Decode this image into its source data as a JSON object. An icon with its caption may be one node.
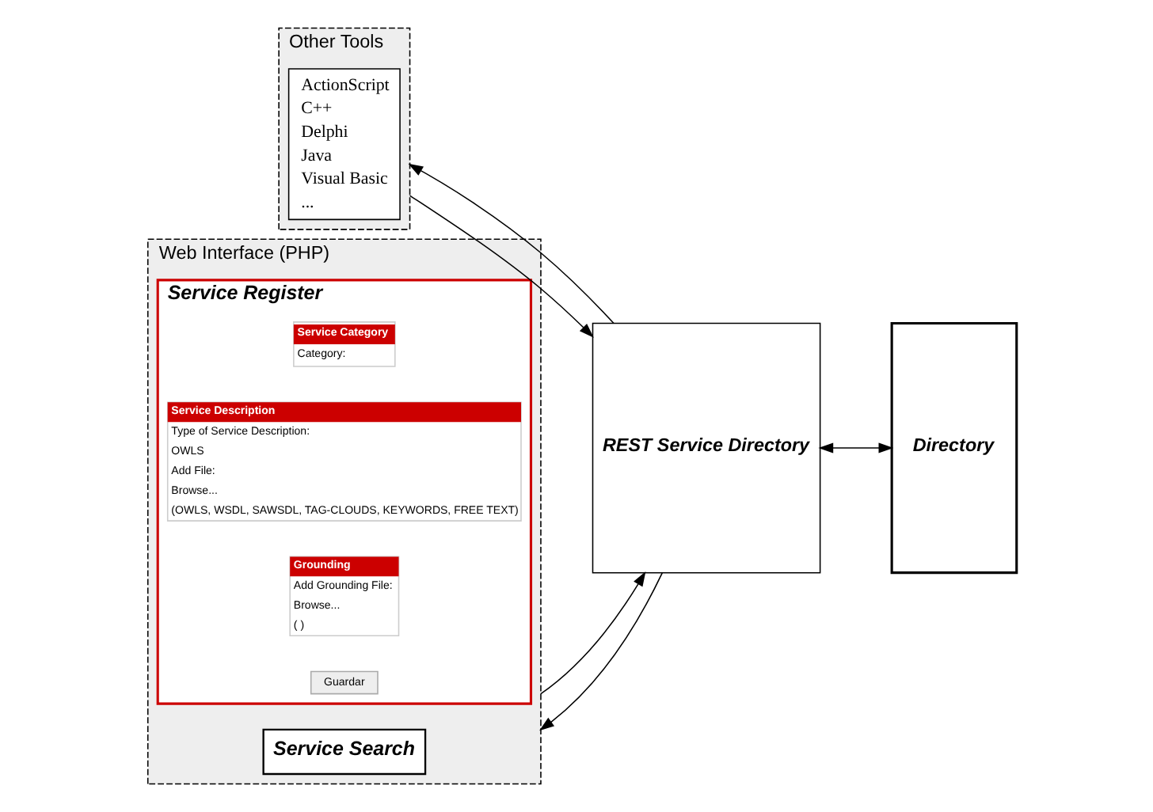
{
  "diagram": {
    "nodes": [
      {
        "text": [
          "Other Tools"
        ]
      },
      {
        "text": [
          "ActionScript",
          "C++",
          "Delphi",
          "Java",
          "Visual Basic",
          "..."
        ],
        "in": 0
      },
      {
        "text": [
          "Web Interface (PHP)"
        ]
      },
      {
        "text": [
          "Service Search"
        ],
        "in": 2
      },
      {
        "text": [
          "Service Register"
        ],
        "in": 2
      },
      {
        "text": [
          "Service Category",
          "Category:"
        ],
        "in": 4
      },
      {
        "text": [
          "Service Description",
          "Type of Service Description:",
          "OWLS",
          "Add File:",
          "Browse...",
          "(OWLS, WSDL, SAWSDL, TAG-CLOUDS, KEYWORDS, FREE TEXT)"
        ],
        "in": 4
      },
      {
        "text": [
          "Grounding",
          "Add Grounding File:",
          "Browse...",
          "( )"
        ],
        "in": 4
      },
      {
        "text": [
          "Guardar"
        ],
        "in": 4
      },
      {
        "text": [
          "REST Service Directory"
        ]
      },
      {
        "text": [
          "Directory"
        ]
      }
    ],
    "edges": [
      {
        "from": 0,
        "to": 9,
        "arrow": "to"
      },
      {
        "from": 9,
        "to": 0,
        "arrow": "to"
      },
      {
        "from": 9,
        "to": 2,
        "arrow": "to"
      },
      {
        "from": 2,
        "to": 9,
        "arrow": "to"
      },
      {
        "from": 9,
        "to": 10,
        "arrow": "both"
      }
    ]
  }
}
